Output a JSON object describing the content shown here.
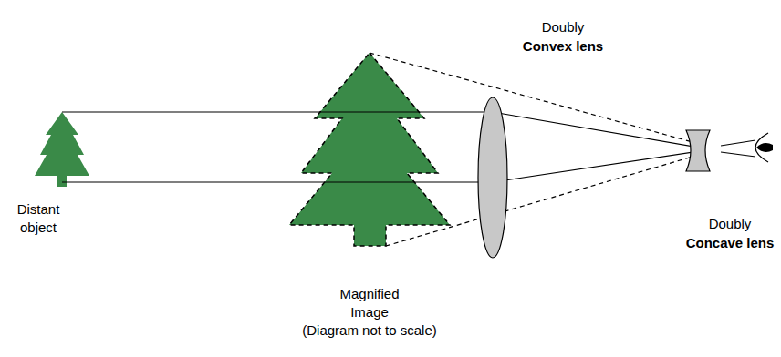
{
  "diagram": {
    "labels": [
      "Doubly",
      "Convex lens",
      "Distant object",
      "Doubly",
      "Concave lens",
      "Magnified Image",
      "(Diagram not to scale)"
    ]
  }
}
